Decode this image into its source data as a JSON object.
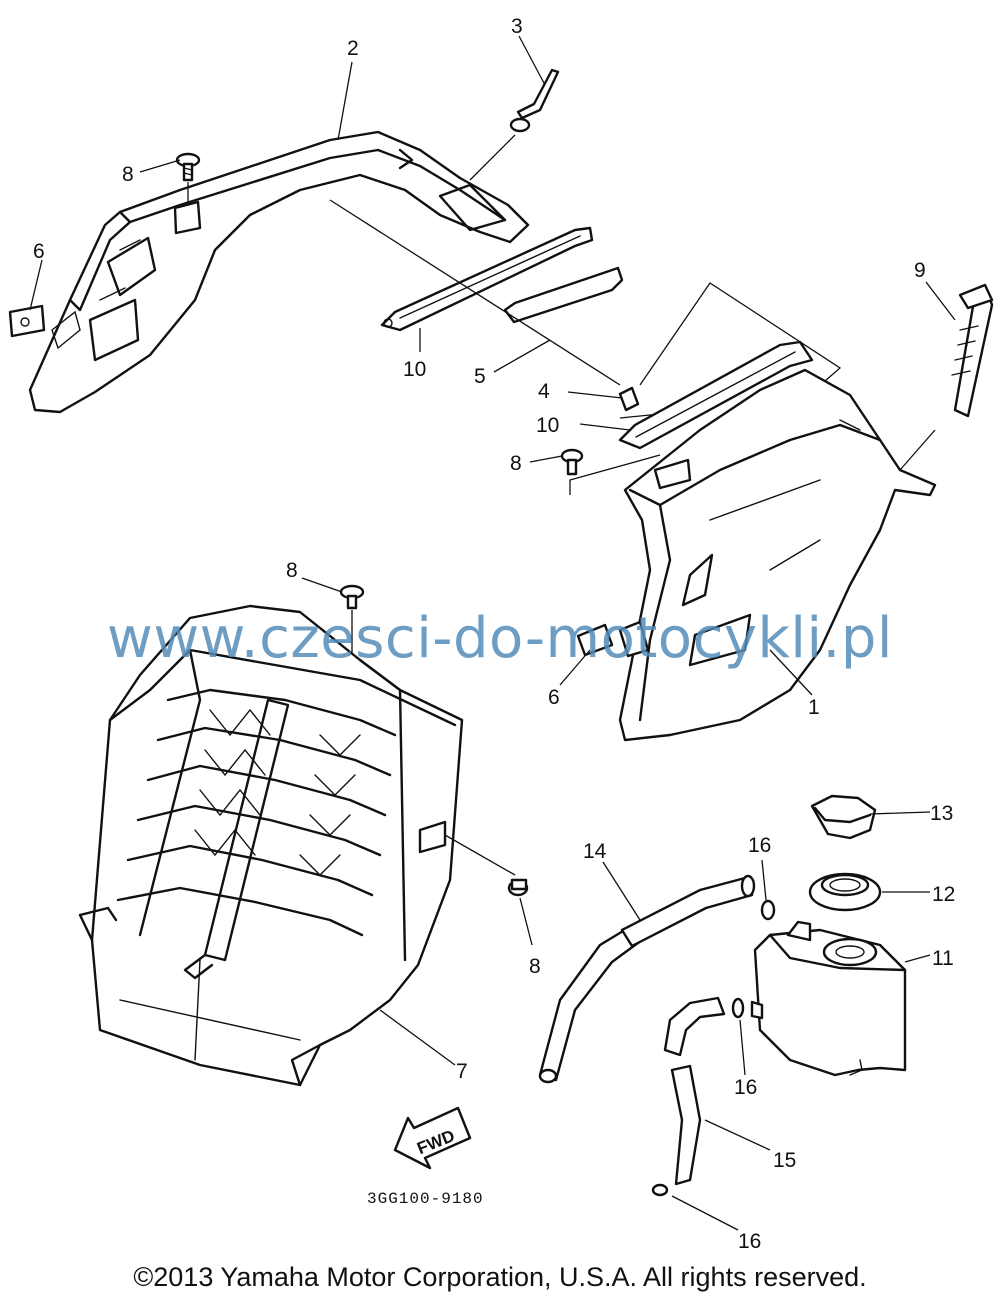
{
  "diagram": {
    "part_code": "3GG100-9180",
    "fwd_label": "FWD",
    "callouts": [
      "1",
      "2",
      "3",
      "4",
      "5",
      "6",
      "6",
      "7",
      "8",
      "8",
      "8",
      "8",
      "9",
      "10",
      "10",
      "11",
      "12",
      "13",
      "14",
      "15",
      "16",
      "16",
      "16"
    ]
  },
  "watermark": "www.czesci-do-motocykli.pl",
  "copyright": "©2013 Yamaha Motor Corporation, U.S.A. All rights reserved."
}
